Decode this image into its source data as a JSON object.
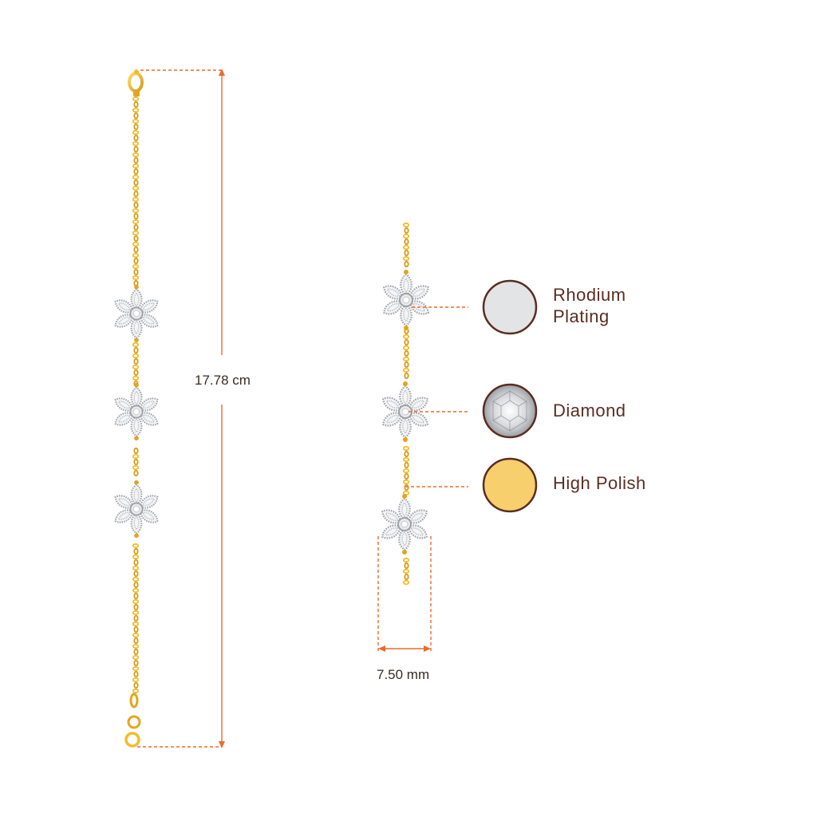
{
  "dimensions": {
    "length": "17.78 cm",
    "width": "7.50 mm"
  },
  "legend": [
    {
      "id": "rhodium",
      "line1": "Rhodium",
      "line2": "Plating"
    },
    {
      "id": "diamond",
      "line1": "Diamond",
      "line2": ""
    },
    {
      "id": "polish",
      "line1": "High Polish",
      "line2": ""
    }
  ],
  "colors": {
    "gold": "#f2bd2c",
    "gold_dark": "#c98f12",
    "accent_line": "#ee6a2a",
    "swatch_border": "#5a2d22",
    "rhodium_fill": "#e3e4e6",
    "polish_fill": "#f7cf6c",
    "text": "#5a2d22"
  }
}
